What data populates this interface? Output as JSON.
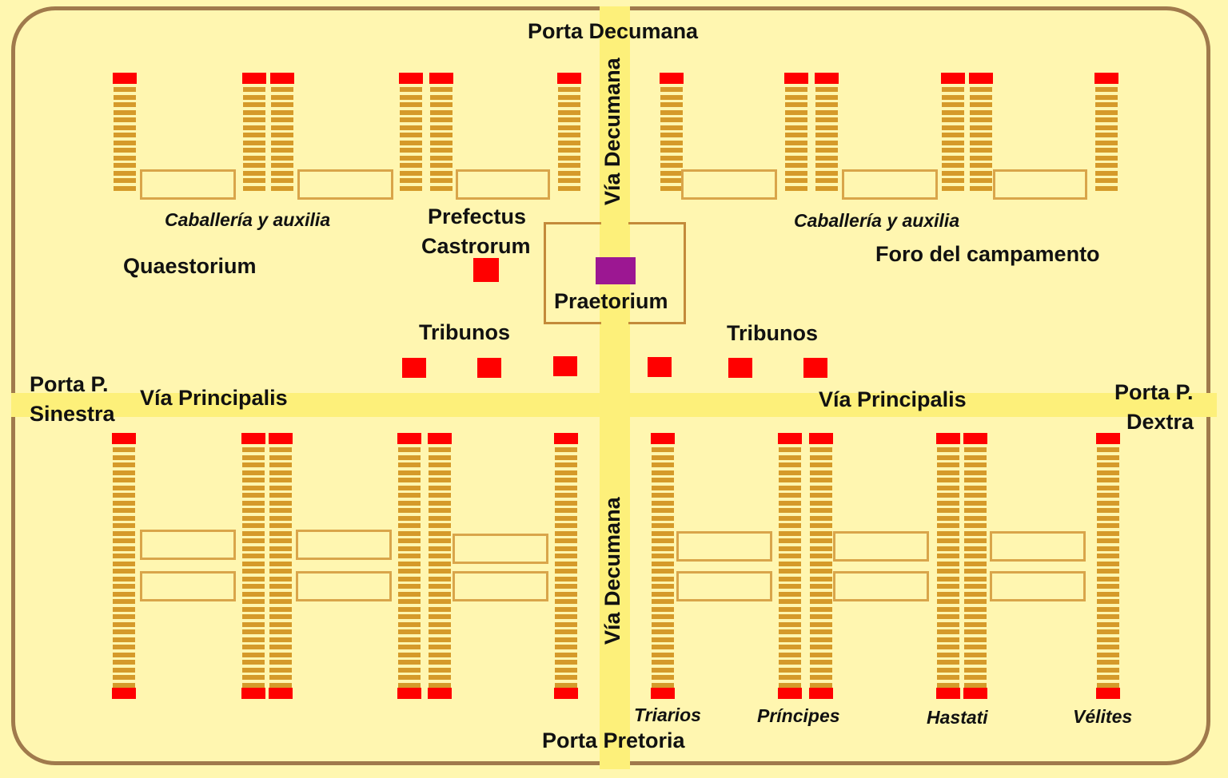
{
  "gates": {
    "top": "Porta Decumana",
    "bottom": "Porta Pretoria",
    "left_line1": "Porta P.",
    "left_line2": "Sinestra",
    "right_line1": "Porta P.",
    "right_line2": "Dextra"
  },
  "roads": {
    "via_decumana_top": "Vía Decumana",
    "via_decumana_bottom": "Vía Decumana",
    "via_principalis_left": "Vía Principalis",
    "via_principalis_right": "Vía  Principalis"
  },
  "areas": {
    "cavalry_left": "Caballería y auxilia",
    "cavalry_right": "Caballería y auxilia",
    "praefectus_line1": "Prefectus",
    "praefectus_line2": "Castrorum",
    "quaestorium": "Quaestorium",
    "forum": "Foro del campamento",
    "praetorium": "Praetorium",
    "tribunes_left": "Tribunos",
    "tribunes_right": "Tribunos"
  },
  "troops": {
    "triarios": "Triarios",
    "principes": "Príncipes",
    "hastati": "Hastati",
    "velites": "Vélites"
  },
  "colors": {
    "background": "#fff6b0",
    "road": "#fdf07a",
    "border": "#a07a4c",
    "tent_stripe": "#d59a2a",
    "command_tent": "#ff0000",
    "praetorium_tent": "#9c1792"
  }
}
